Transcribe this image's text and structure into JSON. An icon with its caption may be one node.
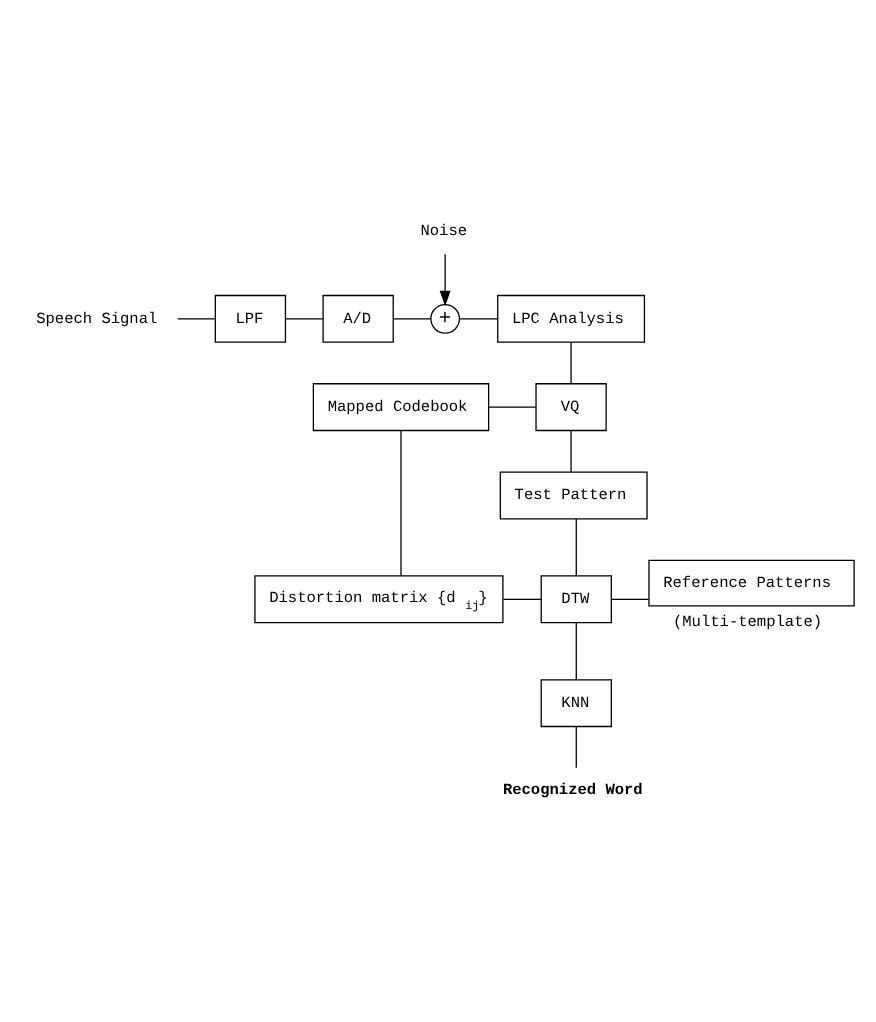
{
  "diagram": {
    "nodes": [
      {
        "text": [
          "Speech Signal"
        ]
      },
      {
        "text": [
          "LPF"
        ]
      },
      {
        "text": [
          "A/D"
        ]
      },
      {
        "text": [
          "+"
        ]
      },
      {
        "text": [
          "Noise"
        ]
      },
      {
        "text": [
          "LPC Analysis"
        ]
      },
      {
        "text": [
          "Mapped Codebook"
        ]
      },
      {
        "text": [
          "VQ"
        ]
      },
      {
        "text": [
          "Test Pattern"
        ]
      },
      {
        "text": [
          "Distortion matrix {d$_{ij}$}"
        ]
      },
      {
        "text": [
          "DTW"
        ]
      },
      {
        "text": [
          "Reference Patterns"
        ],
        "beside": [
          "(Multi-template)"
        ]
      },
      {
        "text": [
          "KNN"
        ]
      },
      {
        "text": [
          "Recognized Word"
        ]
      }
    ],
    "edges": [
      {
        "from": 0,
        "to": 1,
        "arrow": "none"
      },
      {
        "from": 1,
        "to": 2,
        "arrow": "none"
      },
      {
        "from": 2,
        "to": 3,
        "arrow": "none"
      },
      {
        "from": 4,
        "to": 3,
        "arrow": "to"
      },
      {
        "from": 3,
        "to": 5,
        "arrow": "none"
      },
      {
        "from": 5,
        "to": 7,
        "arrow": "none"
      },
      {
        "from": 6,
        "to": 7,
        "arrow": "none"
      },
      {
        "from": 7,
        "to": 8,
        "arrow": "none"
      },
      {
        "from": 6,
        "to": 9,
        "arrow": "none"
      },
      {
        "from": 8,
        "to": 10,
        "arrow": "none"
      },
      {
        "from": 9,
        "to": 10,
        "arrow": "none"
      },
      {
        "from": 10,
        "to": 11,
        "arrow": "none"
      },
      {
        "from": 10,
        "to": 12,
        "arrow": "none"
      },
      {
        "from": 12,
        "to": 13,
        "arrow": "none"
      }
    ]
  }
}
